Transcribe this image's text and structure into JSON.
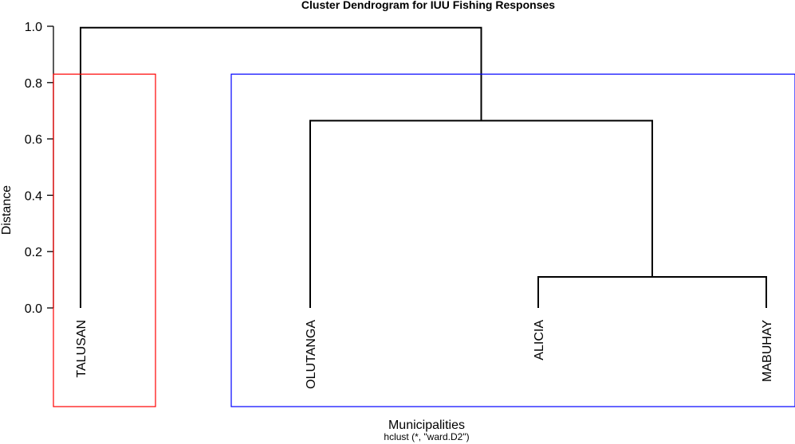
{
  "chart_data": {
    "type": "dendrogram",
    "title": "Cluster Dendrogram for IUU Fishing Responses",
    "xlabel": "Municipalities",
    "sublabel": "hclust (*, \"ward.D2\")",
    "ylabel": "Distance",
    "ylim": [
      0,
      1
    ],
    "yticks": [
      "0.0",
      "0.2",
      "0.4",
      "0.6",
      "0.8",
      "1.0"
    ],
    "ytick_values": [
      0,
      0.2,
      0.4,
      0.6,
      0.8,
      1.0
    ],
    "leaves": [
      "TALUSAN",
      "OLUTANGA",
      "ALICIA",
      "MABUHAY"
    ],
    "merges": [
      {
        "left": "ALICIA",
        "right": "MABUHAY",
        "height": 0.11
      },
      {
        "left": "OLUTANGA",
        "right": "ALICIA+MABUHAY",
        "height": 0.665
      },
      {
        "left": "TALUSAN",
        "right": "OLUTANGA+ALICIA+MABUHAY",
        "height": 0.995
      }
    ],
    "clusters": [
      {
        "members": [
          "TALUSAN"
        ],
        "color": "#ff0000"
      },
      {
        "members": [
          "OLUTANGA",
          "ALICIA",
          "MABUHAY"
        ],
        "color": "#0000ff"
      }
    ],
    "cut_height": 0.83,
    "grid": false
  }
}
